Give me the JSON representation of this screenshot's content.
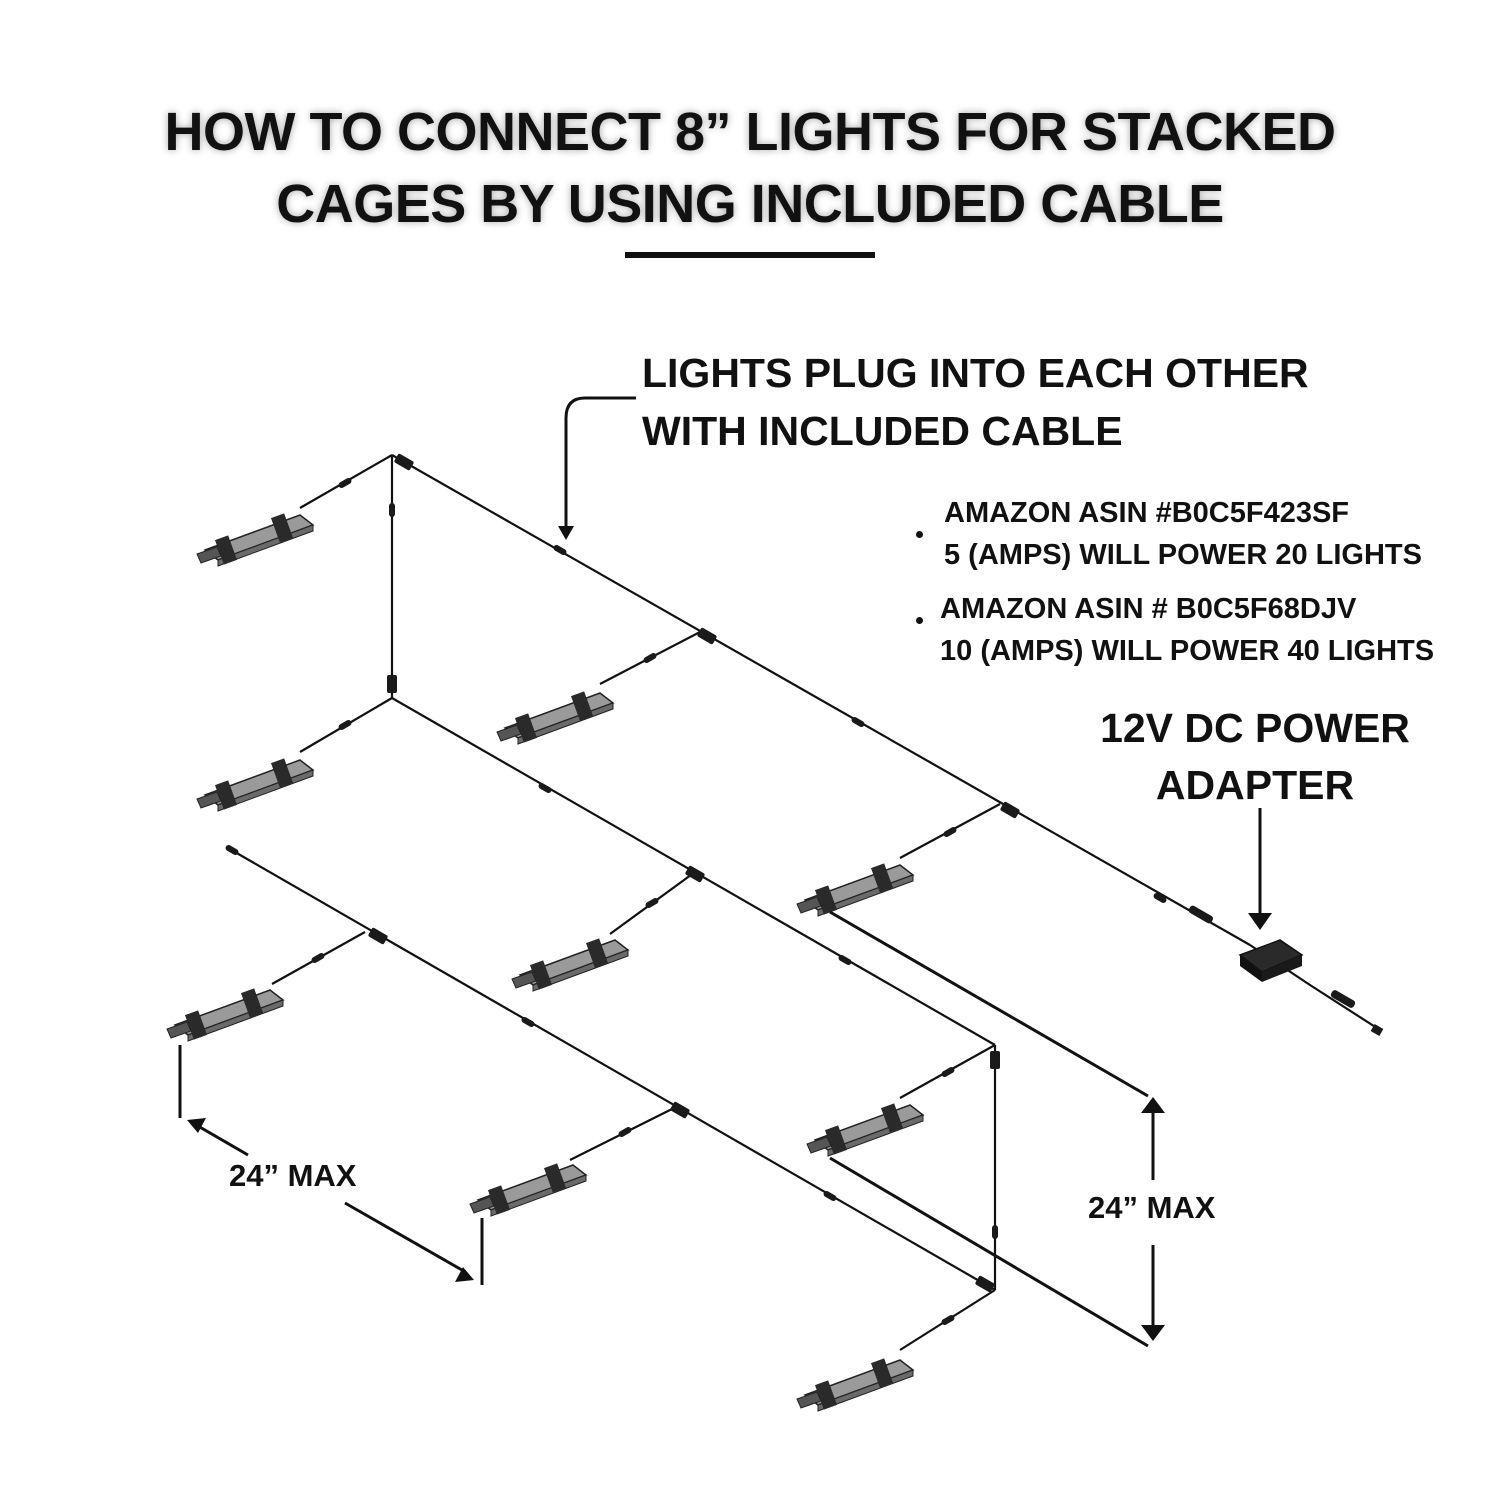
{
  "title": {
    "line1": "HOW TO CONNECT 8” LIGHTS FOR STACKED",
    "line2": "CAGES BY USING INCLUDED CABLE"
  },
  "callout": {
    "line1": "LIGHTS PLUG INTO EACH OTHER",
    "line2": "WITH INCLUDED CABLE"
  },
  "power_options": [
    {
      "asin": "AMAZON ASIN #B0C5F423SF",
      "capacity": "5 (AMPS) WILL POWER 20 LIGHTS"
    },
    {
      "asin": "AMAZON ASIN # B0C5F68DJV",
      "capacity": "10 (AMPS) WILL POWER 40 LIGHTS"
    }
  ],
  "adapter_label": {
    "line1": "12V DC POWER",
    "line2": "ADAPTER"
  },
  "dimensions": {
    "horizontal": "24” MAX",
    "vertical": "24” MAX"
  },
  "colors": {
    "ink": "#111111",
    "light_bar": "#8a8a8a",
    "light_clip": "#2a2a2a"
  }
}
